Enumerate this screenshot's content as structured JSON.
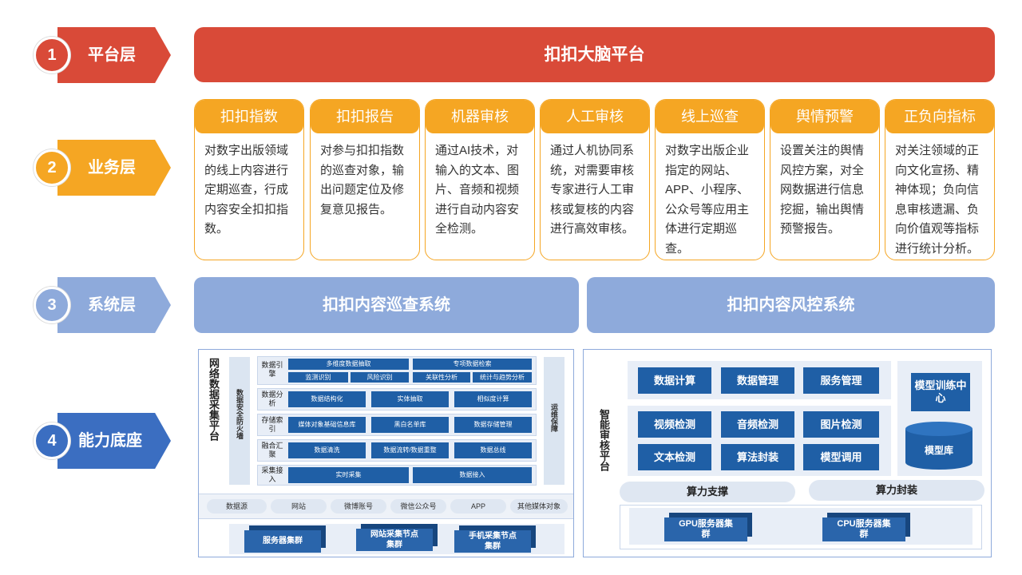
{
  "layers": [
    {
      "num": "1",
      "label": "平台层",
      "color": "#d94a38"
    },
    {
      "num": "2",
      "label": "业务层",
      "color": "#f5a623"
    },
    {
      "num": "3",
      "label": "系统层",
      "color": "#8eaadb"
    },
    {
      "num": "4",
      "label": "能力底座",
      "color": "#3b6ec1"
    }
  ],
  "platform": {
    "title": "扣扣大脑平台"
  },
  "business": [
    {
      "title": "扣扣指数",
      "desc": "对数字出版领域的线上内容进行定期巡查，行成内容安全扣扣指数。"
    },
    {
      "title": "扣扣报告",
      "desc": "对参与扣扣指数的巡查对象，输出问题定位及修复意见报告。"
    },
    {
      "title": "机器审核",
      "desc": "通过AI技术，对输入的文本、图片、音频和视频进行自动内容安全检测。"
    },
    {
      "title": "人工审核",
      "desc": "通过人机协同系统，对需要审核专家进行人工审核或复核的内容进行高效审核。"
    },
    {
      "title": "线上巡查",
      "desc": "对数字出版企业指定的网站、APP、小程序、公众号等应用主体进行定期巡查。"
    },
    {
      "title": "舆情预警",
      "desc": "设置关注的舆情风控方案，对全网数据进行信息挖掘，输出舆情预警报告。"
    },
    {
      "title": "正负向指标",
      "desc": "对关注领域的正向文化宣扬、精神体现；负向信息审核遗漏、负向价值观等指标进行统计分析。"
    }
  ],
  "systems": [
    "扣扣内容巡查系统",
    "扣扣内容风控系统"
  ],
  "collection": {
    "title": "网络数据采集平台",
    "security": "数据安全防火墙",
    "ops": "运维保障",
    "rows": [
      {
        "label": "数据引擎",
        "boxes": [
          "多维度数据抽取",
          "专项数据检索",
          "监测识别",
          "风险识别",
          "关联性分析",
          "统计与趋势分析"
        ]
      },
      {
        "label": "数据分析",
        "boxes": [
          "数据结构化",
          "实体抽取",
          "相似度计算"
        ]
      },
      {
        "label": "存储索引",
        "boxes": [
          "媒体对象基础信息库",
          "黑白名单库",
          "数据存储管理"
        ]
      },
      {
        "label": "融合汇聚",
        "boxes": [
          "数据清洗",
          "数据流转/数据重整",
          "数据总线"
        ]
      },
      {
        "label": "采集接入",
        "boxes": [
          "实时采集",
          "数据接入"
        ]
      }
    ],
    "sources": [
      "数据源",
      "网站",
      "微博账号",
      "微信公众号",
      "APP",
      "其他媒体对象"
    ],
    "servers": [
      "服务器集群",
      "网站采集节点集群",
      "手机采集节点集群"
    ]
  },
  "audit": {
    "title": "智能审核平台",
    "top": [
      "数据计算",
      "数据管理",
      "服务管理"
    ],
    "middle": [
      "视频检测",
      "音频检测",
      "图片检测",
      "文本检测",
      "算法封装",
      "模型调用"
    ],
    "training": "模型训练中心",
    "model_db": "模型库",
    "compute": [
      "算力支撑",
      "算力封装"
    ],
    "servers": [
      "GPU服务器集群",
      "CPU服务器集群"
    ]
  }
}
